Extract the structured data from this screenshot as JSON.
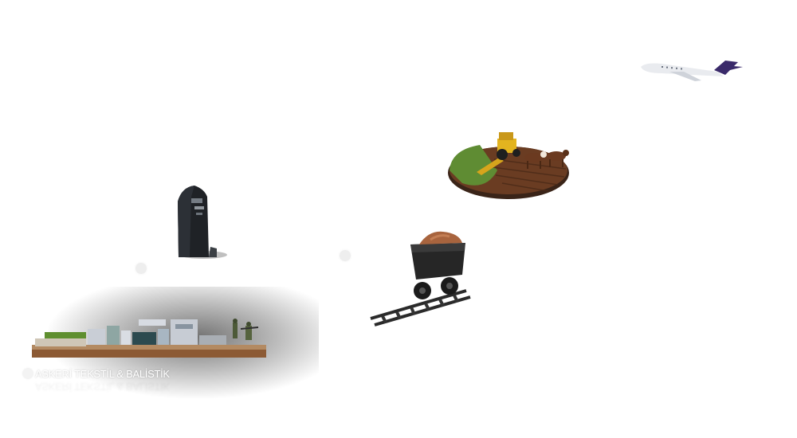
{
  "slider": {
    "items": [
      {
        "id": "askeri",
        "caption": "ASKERİ TEKSTİL & BALİSTİK",
        "icon": "military-diorama-icon"
      },
      {
        "id": "shield",
        "icon": "ballistic-shield-icon"
      },
      {
        "id": "mining",
        "icon": "mine-cart-icon"
      },
      {
        "id": "agriculture",
        "icon": "farm-tractor-icon"
      },
      {
        "id": "aviation",
        "icon": "airplane-icon"
      }
    ]
  },
  "colors": {
    "background": "#ffffff",
    "dirt": "#8a4a2a",
    "grass": "#6a9a3a",
    "tractor": "#e0b020",
    "aircraft_tail": "#3a2a6a"
  }
}
